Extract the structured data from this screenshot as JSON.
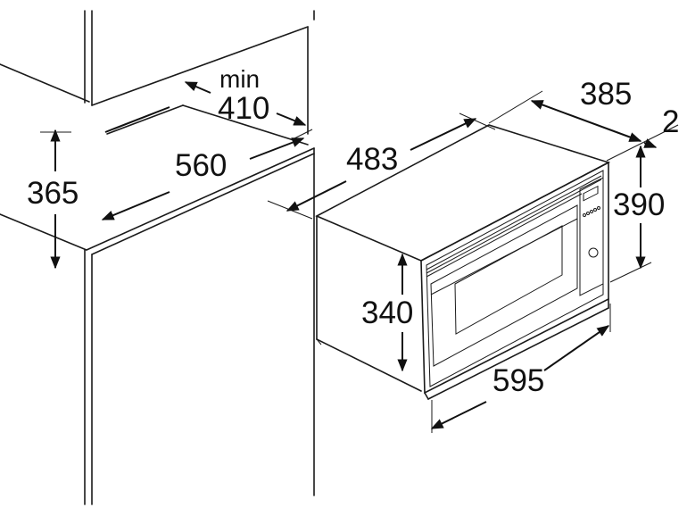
{
  "title": "Built-in microwave installation dimensions",
  "unit": "mm",
  "dimensions": {
    "niche_min_label": "min",
    "niche_min_depth": "410",
    "niche_depth": "560",
    "niche_height": "365",
    "appliance_depth": "483",
    "appliance_total_depth": "385",
    "frame_offset": "2",
    "front_height": "390",
    "body_height": "340",
    "front_width": "595"
  },
  "colors": {
    "line": "#1a1a1a",
    "background": "#ffffff"
  }
}
